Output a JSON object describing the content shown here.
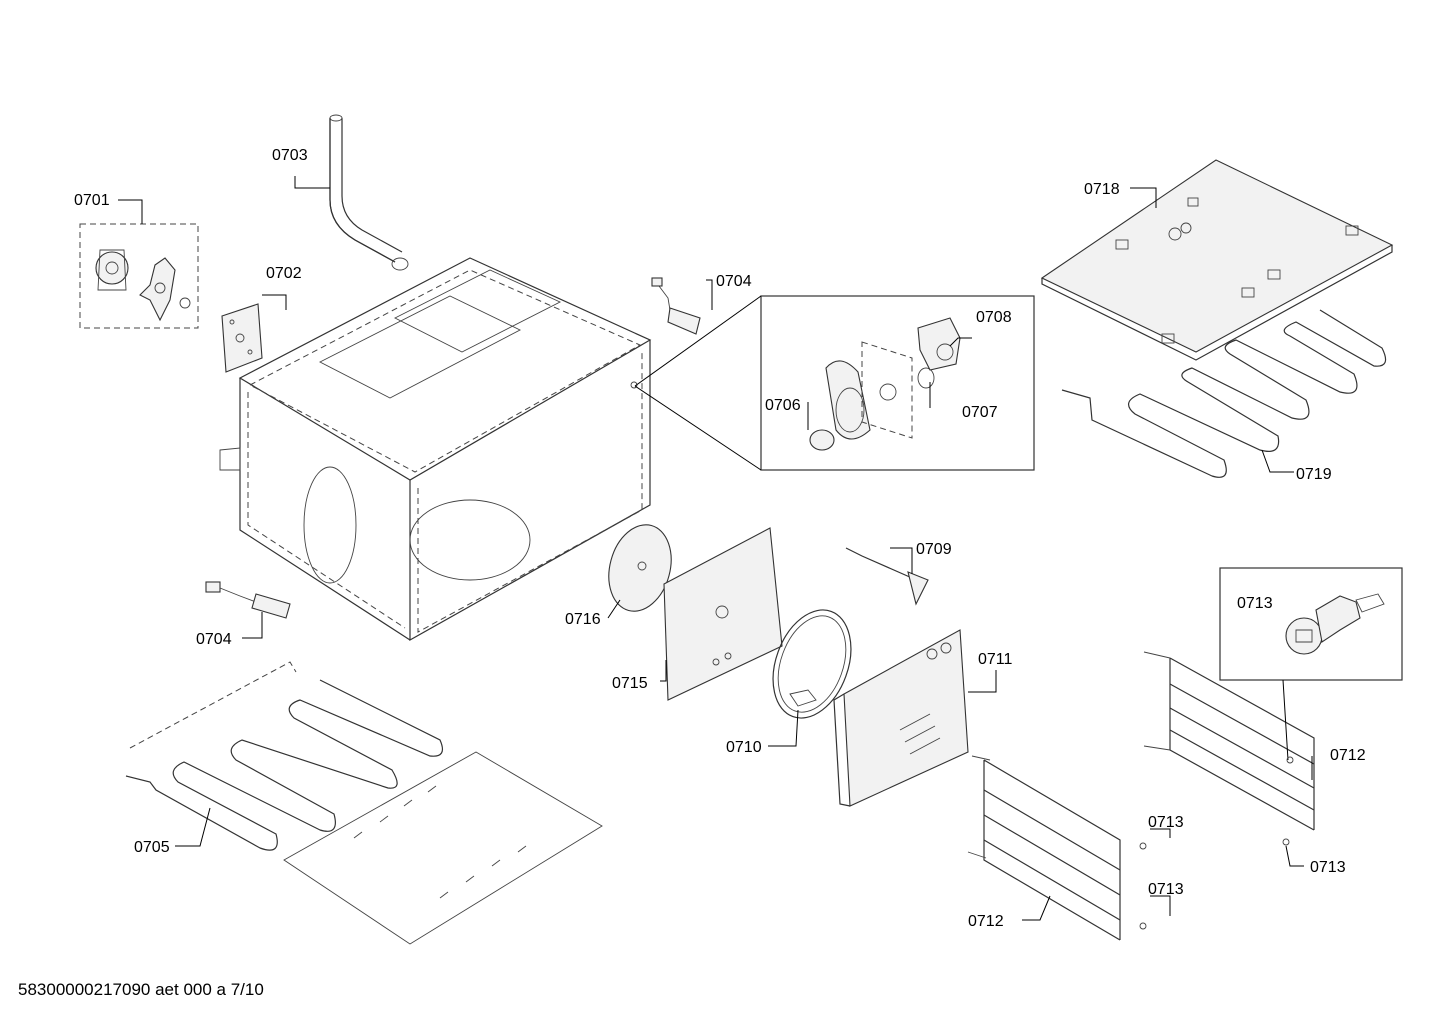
{
  "footer": "58300000217090 aet 000 a 7/10",
  "labels": {
    "l0701": "0701",
    "l0702": "0702",
    "l0703": "0703",
    "l0704a": "0704",
    "l0704b": "0704",
    "l0705": "0705",
    "l0706": "0706",
    "l0707": "0707",
    "l0708": "0708",
    "l0709": "0709",
    "l0710": "0710",
    "l0711": "0711",
    "l0712a": "0712",
    "l0712b": "0712",
    "l0713a": "0713",
    "l0713b": "0713",
    "l0713c": "0713",
    "l0713d": "0713",
    "l0715": "0715",
    "l0716": "0716",
    "l0718": "0718",
    "l0719": "0719"
  }
}
